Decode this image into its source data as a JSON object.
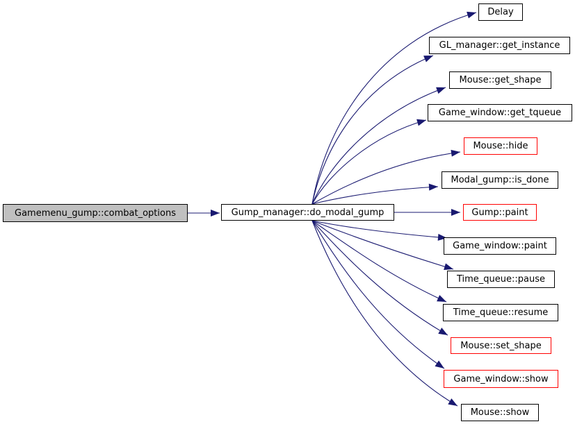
{
  "diagram": {
    "type": "call-graph",
    "background": "#ffffff",
    "colors": {
      "edge": "#191970",
      "node_border": "#000000",
      "truncated_node_border": "#ff0000",
      "focus_node_fill": "#c0c0c0",
      "node_fill": "#ffffff",
      "text": "#000000"
    }
  },
  "nodes": [
    {
      "id": "main",
      "label": "Gamemenu_gump::combat_options",
      "role": "focus"
    },
    {
      "id": "mid",
      "label": "Gump_manager::do_modal_gump",
      "role": "normal"
    },
    {
      "id": "delay",
      "label": "Delay",
      "role": "normal"
    },
    {
      "id": "gl",
      "label": "GL_manager::get_instance",
      "role": "normal"
    },
    {
      "id": "getshape",
      "label": "Mouse::get_shape",
      "role": "normal"
    },
    {
      "id": "gettqueue",
      "label": "Game_window::get_tqueue",
      "role": "normal"
    },
    {
      "id": "hide",
      "label": "Mouse::hide",
      "role": "truncated"
    },
    {
      "id": "isdone",
      "label": "Modal_gump::is_done",
      "role": "normal"
    },
    {
      "id": "gumppaint",
      "label": "Gump::paint",
      "role": "truncated"
    },
    {
      "id": "gwpaint",
      "label": "Game_window::paint",
      "role": "normal"
    },
    {
      "id": "pause",
      "label": "Time_queue::pause",
      "role": "normal"
    },
    {
      "id": "resume",
      "label": "Time_queue::resume",
      "role": "normal"
    },
    {
      "id": "setshape",
      "label": "Mouse::set_shape",
      "role": "truncated"
    },
    {
      "id": "gwshow",
      "label": "Game_window::show",
      "role": "truncated"
    },
    {
      "id": "mshow",
      "label": "Mouse::show",
      "role": "normal"
    }
  ],
  "edges": [
    {
      "from": "Gamemenu_gump::combat_options",
      "to": "Gump_manager::do_modal_gump"
    },
    {
      "from": "Gump_manager::do_modal_gump",
      "to": "Delay"
    },
    {
      "from": "Gump_manager::do_modal_gump",
      "to": "GL_manager::get_instance"
    },
    {
      "from": "Gump_manager::do_modal_gump",
      "to": "Mouse::get_shape"
    },
    {
      "from": "Gump_manager::do_modal_gump",
      "to": "Game_window::get_tqueue"
    },
    {
      "from": "Gump_manager::do_modal_gump",
      "to": "Mouse::hide"
    },
    {
      "from": "Gump_manager::do_modal_gump",
      "to": "Modal_gump::is_done"
    },
    {
      "from": "Gump_manager::do_modal_gump",
      "to": "Gump::paint"
    },
    {
      "from": "Gump_manager::do_modal_gump",
      "to": "Game_window::paint"
    },
    {
      "from": "Gump_manager::do_modal_gump",
      "to": "Time_queue::pause"
    },
    {
      "from": "Gump_manager::do_modal_gump",
      "to": "Time_queue::resume"
    },
    {
      "from": "Gump_manager::do_modal_gump",
      "to": "Mouse::set_shape"
    },
    {
      "from": "Gump_manager::do_modal_gump",
      "to": "Game_window::show"
    },
    {
      "from": "Gump_manager::do_modal_gump",
      "to": "Mouse::show"
    }
  ]
}
